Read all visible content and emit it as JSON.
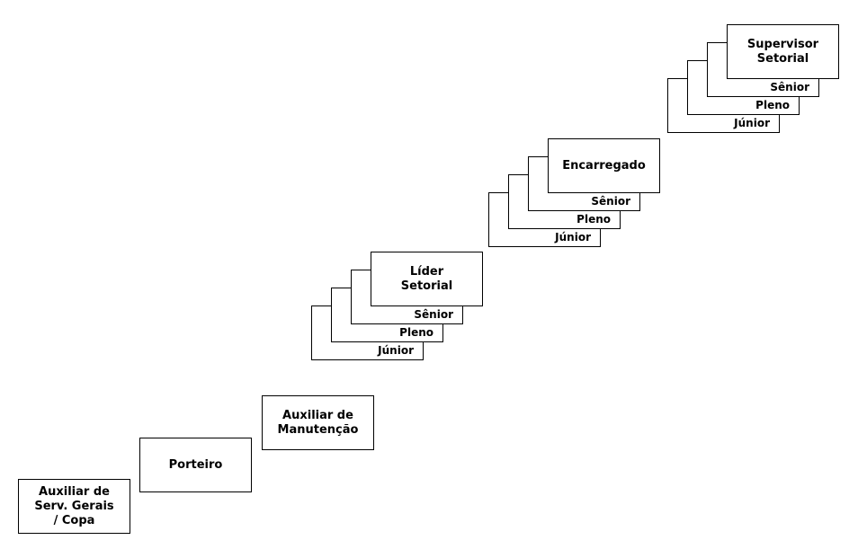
{
  "entry_roles": [
    {
      "lines": [
        "Auxiliar de",
        "Serv. Gerais",
        "/ Copa"
      ]
    },
    {
      "lines": [
        "Porteiro"
      ]
    },
    {
      "lines": [
        "Auxiliar de",
        "Manutenção"
      ]
    }
  ],
  "career_tracks": [
    {
      "title": [
        "Líder",
        "Setorial"
      ],
      "levels": {
        "senior": "Sênior",
        "pleno": "Pleno",
        "junior": "Júnior"
      }
    },
    {
      "title": [
        "Encarregado"
      ],
      "levels": {
        "senior": "Sênior",
        "pleno": "Pleno",
        "junior": "Júnior"
      }
    },
    {
      "title": [
        "Supervisor",
        "Setorial"
      ],
      "levels": {
        "senior": "Sênior",
        "pleno": "Pleno",
        "junior": "Júnior"
      }
    }
  ]
}
